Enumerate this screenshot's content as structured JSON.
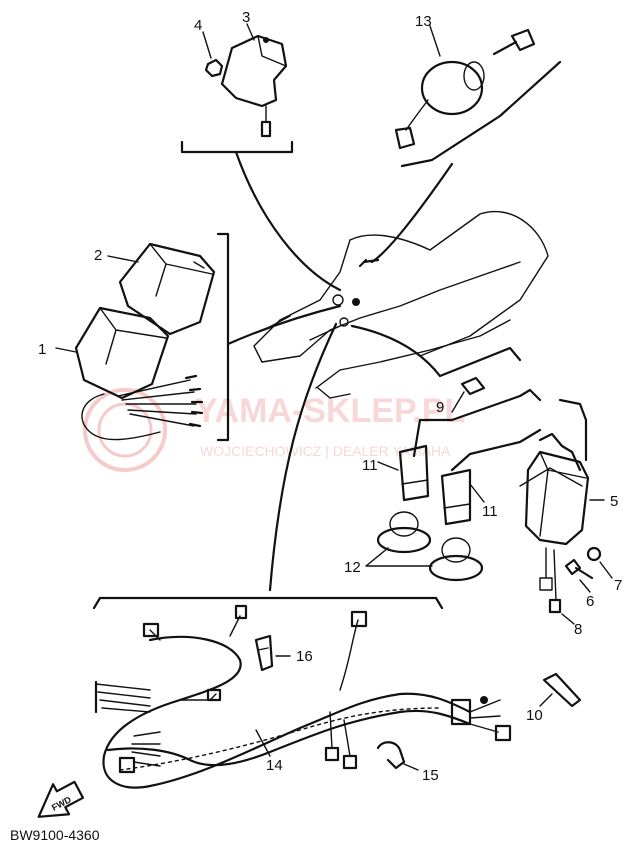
{
  "callouts": {
    "c1": "1",
    "c2": "2",
    "c3": "3",
    "c4": "4",
    "c5": "5",
    "c6": "6",
    "c7": "7",
    "c8": "8",
    "c9": "9",
    "c10": "10",
    "c11a": "11",
    "c11b": "11",
    "c12": "12",
    "c13": "13",
    "c14": "14",
    "c15": "15",
    "c16": "16"
  },
  "fwd_label": "FWD",
  "drawing_code": "BW9100-4360",
  "watermark": {
    "brand": "YAMA-SKLEP.PL",
    "dealer": "WOJCIECHOWICZ | DEALER YAMAHA"
  },
  "colors": {
    "ink": "#111111",
    "watermark": "#f2b8b8"
  }
}
